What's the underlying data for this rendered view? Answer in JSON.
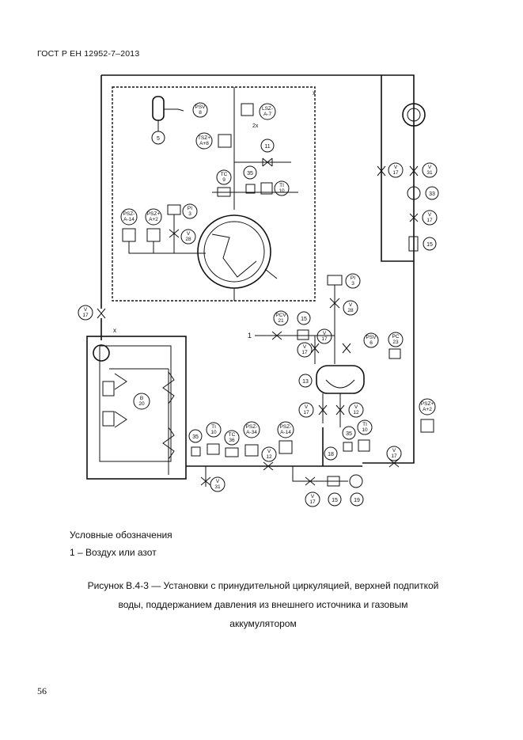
{
  "header": {
    "standard": "ГОСТ Р ЕН 12952-7–2013"
  },
  "legend": {
    "title": "Условные обозначения",
    "items": [
      "1 – Воздух или азот"
    ]
  },
  "caption": {
    "line1": "Рисунок B.4-3 — Установки с принудительной циркуляцией, верхней подпиткой",
    "line2": "воды, поддержанием давления из внешнего источника и газовым",
    "line3": "аккумулятором"
  },
  "page_number": "56",
  "diagram": {
    "boundary_marks": [
      "x",
      "x"
    ],
    "input_label": "1",
    "callouts": [
      "5",
      "11",
      "35",
      "13",
      "15",
      "18",
      "19",
      "33",
      "15",
      "35"
    ],
    "tags": [
      [
        "PSV",
        "8"
      ],
      [
        "LSZ-",
        "A-7"
      ],
      [
        "TSZ+",
        "A+8"
      ],
      [
        "TC",
        "9"
      ],
      [
        "TI",
        "10"
      ],
      [
        "PSZ-",
        "A-14"
      ],
      [
        "PSZ+",
        "A+2"
      ],
      [
        "PI",
        "3"
      ],
      [
        "V",
        "28"
      ],
      [
        "V",
        "17"
      ],
      [
        "V",
        "31"
      ],
      [
        "V",
        "17"
      ],
      [
        "V",
        "17"
      ],
      [
        "PI",
        "3"
      ],
      [
        "V",
        "28"
      ],
      [
        "PCV",
        "21"
      ],
      [
        "V",
        "17"
      ],
      [
        "V",
        "17"
      ],
      [
        "PSV",
        "6"
      ],
      [
        "PC",
        "23"
      ],
      [
        "V",
        "17"
      ],
      [
        "V",
        "12"
      ],
      [
        "TI",
        "10"
      ],
      [
        "PSZ+",
        "A+2"
      ],
      [
        "TI",
        "10"
      ],
      [
        "TC",
        "36"
      ],
      [
        "PSZ-",
        "A-34"
      ],
      [
        "V",
        "12"
      ],
      [
        "PSZ-",
        "A-14"
      ],
      [
        "V",
        "31"
      ],
      [
        "V",
        "17"
      ],
      [
        "V",
        "17"
      ],
      [
        "B",
        "20"
      ]
    ],
    "small_marks": [
      "2x"
    ]
  }
}
